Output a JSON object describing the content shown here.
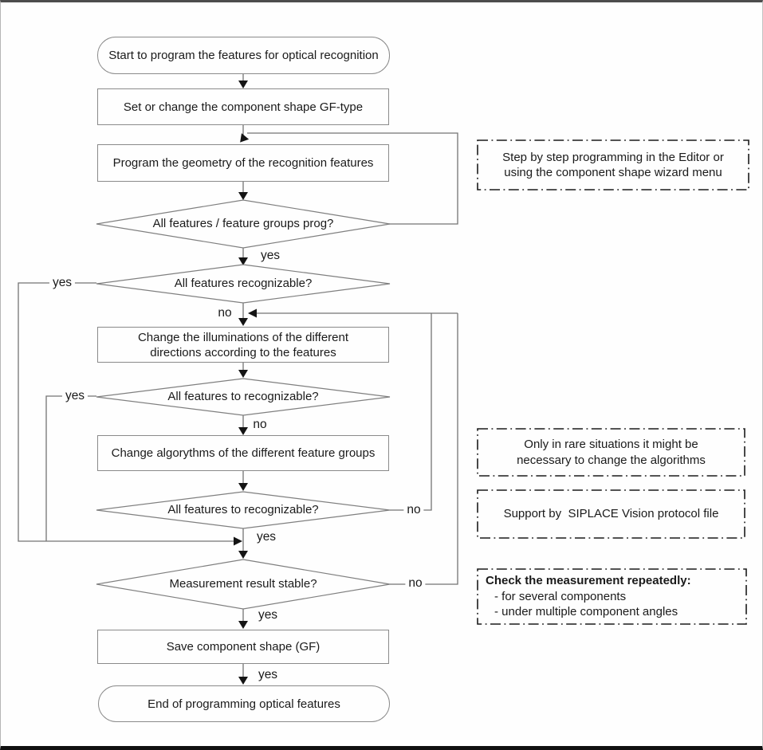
{
  "flow": {
    "start": "Start to program the features for optical recognition",
    "set_shape": "Set or change the component shape GF-type",
    "program_geometry": "Program the geometry of the recognition features",
    "decision_features_programmed": "All features / feature groups prog?",
    "decision_features_recognizable": "All features recognizable?",
    "change_illuminations": "Change the illuminations of the different directions according to the features",
    "decision_illumination_recognizable": "All features to recognizable?",
    "change_algorithms": "Change algorythms of the different feature groups",
    "decision_algorithm_recognizable": "All features to recognizable?",
    "decision_measurement_stable": "Measurement result stable?",
    "save_shape": "Save component shape (GF)",
    "end": "End of programming optical features"
  },
  "labels": {
    "yes": "yes",
    "no": "no"
  },
  "notes": {
    "editor": "Step by step programming in the Editor or using the component shape wizard menu",
    "rare_algorithms": "Only in rare situations it might be necessary to change the algorithms",
    "siplace": "Support by  SIPLACE Vision protocol file",
    "check_title": "Check the measurement repeatedly:",
    "check_item_1": "- for several components",
    "check_item_2": "- under multiple component angles"
  },
  "colors": {
    "line": "#737373",
    "shape_border": "#8a8a8a",
    "arrow": "#141414",
    "note_border": "#1a1a1a",
    "background": "#fefefe"
  }
}
